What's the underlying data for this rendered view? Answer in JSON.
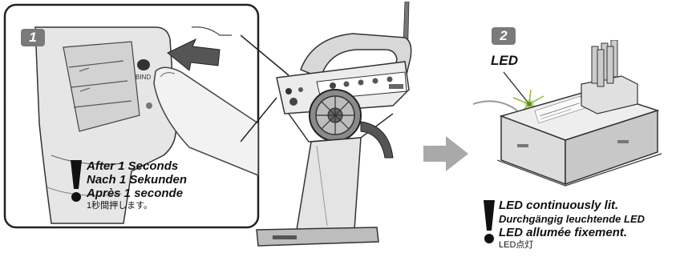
{
  "step1": {
    "badge": "1",
    "caption": {
      "en": "After 1 Seconds",
      "de": "Nach 1 Sekunden",
      "fr": "Après 1 seconde",
      "ja": "1秒間押します。"
    }
  },
  "step2": {
    "badge": "2",
    "led_label": "LED",
    "caption": {
      "en": "LED continuously lit.",
      "de": "Durchgängig leuchtende LED",
      "fr": "LED allumée fixement.",
      "ja": "LED点灯"
    }
  },
  "colors": {
    "badge_bg": "#7a7a7a",
    "arrow": "#a9a9a9",
    "led_glow": "#8fbf3a",
    "outline": "#222222"
  },
  "icons": [
    "exclamation-icon",
    "pointing-finger-icon",
    "push-arrow-icon",
    "next-step-arrow-icon"
  ]
}
